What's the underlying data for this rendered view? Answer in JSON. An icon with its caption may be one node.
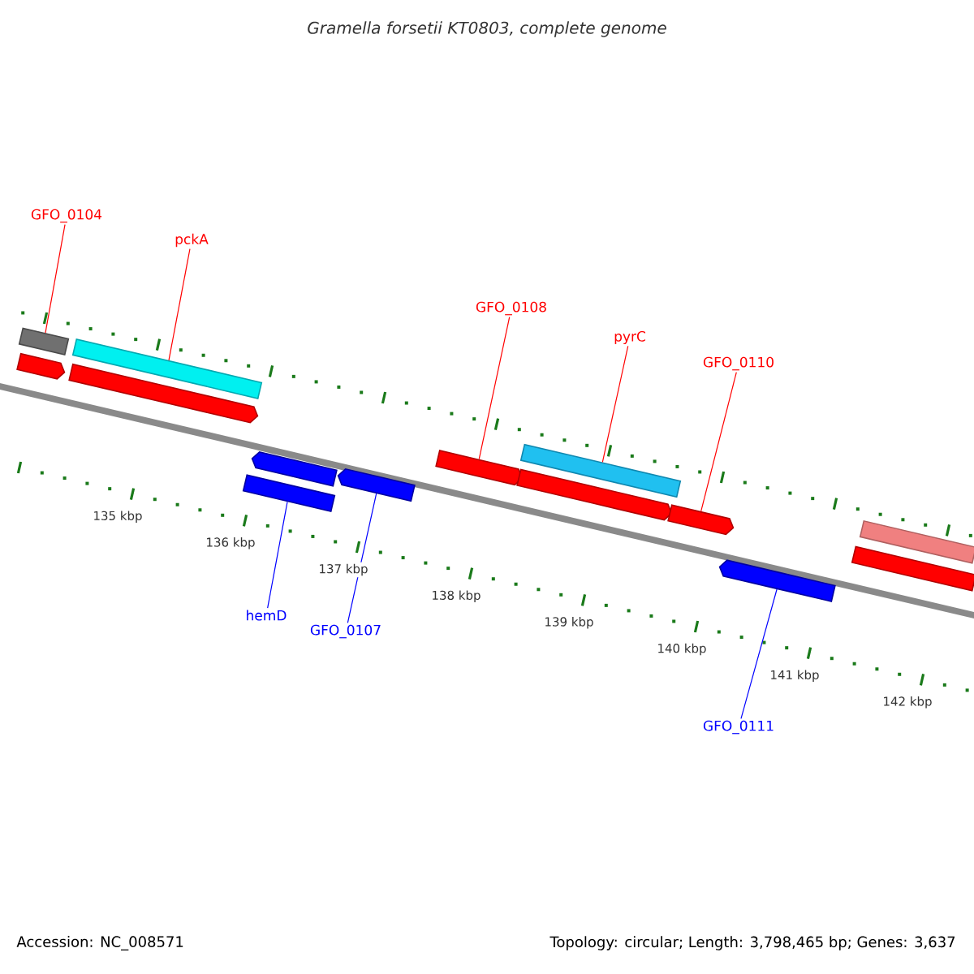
{
  "diagram": {
    "title": "Gramella forsetii KT0803, complete genome",
    "nodes": [
      {
        "text": [
          "GFO_0104"
        ]
      },
      {
        "text": [
          "pckA"
        ]
      },
      {
        "text": [
          "GFO_0108"
        ]
      },
      {
        "text": [
          "pyrC"
        ]
      },
      {
        "text": [
          "GFO_0110"
        ]
      },
      {
        "text": [
          "hemD"
        ]
      },
      {
        "text": [
          "GFO_0107"
        ]
      },
      {
        "text": [
          "GFO_0111"
        ]
      },
      {
        "text": [],
        "shape": "bar"
      },
      {
        "text": [],
        "shape": "bar"
      },
      {
        "text": [],
        "shape": "bar"
      },
      {
        "text": [],
        "shape": "bar"
      },
      {
        "text": [],
        "shape": "bar"
      },
      {
        "text": [],
        "shape": "bar"
      },
      {
        "text": [],
        "shape": "bar"
      },
      {
        "text": [],
        "shape": "bar"
      },
      {
        "text": [],
        "shape": "bar"
      },
      {
        "text": [],
        "shape": "bar"
      },
      {
        "text": [],
        "shape": "bar"
      },
      {
        "text": [],
        "shape": "bar"
      },
      {
        "text": [],
        "shape": "bar"
      },
      {
        "text": [],
        "shape": "bar"
      }
    ],
    "edges": [
      {
        "from": 0,
        "to": 8,
        "arrow": "none",
        "color": "#ff0000"
      },
      {
        "from": 1,
        "to": 10,
        "arrow": "none",
        "color": "#ff0000"
      },
      {
        "from": 2,
        "to": 15,
        "arrow": "none",
        "color": "#ff0000"
      },
      {
        "from": 3,
        "to": 16,
        "arrow": "none",
        "color": "#ff0000"
      },
      {
        "from": 4,
        "to": 18,
        "arrow": "none",
        "color": "#ff0000"
      },
      {
        "from": 5,
        "to": 13,
        "arrow": "none",
        "color": "#0000ff"
      },
      {
        "from": 6,
        "to": 14,
        "arrow": "none",
        "color": "#0000ff"
      },
      {
        "from": 7,
        "to": 19,
        "arrow": "none",
        "color": "#0000ff"
      }
    ],
    "labels": [
      "135 kbp",
      "136 kbp",
      "137 kbp",
      "138 kbp",
      "139 kbp",
      "140 kbp",
      "141 kbp",
      "142 kbp",
      "Accession: NC_008571",
      "Topology: circular; Length: 3,798,465 bp; Genes: 3,637"
    ]
  }
}
